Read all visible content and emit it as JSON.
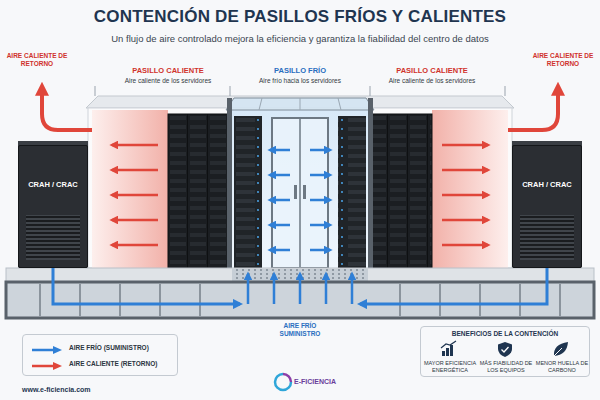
{
  "diagram": {
    "title": "CONTENCIÓN DE PASILLOS FRÍOS Y CALIENTES",
    "nodes": [
      {
        "text": [
          "CRAH / CRAC"
        ]
      },
      {
        "text": [
          "CRAH / CRAC"
        ]
      },
      {
        "text": [
          "BENEFICIOS DE LA CONTENCIÓN",
          "MAYOR EFICIENCIA ENERGÉTICA",
          "MÁS FIABILIDAD DE LOS EQUIPOS",
          "MENOR HUELLA DE CARBONO"
        ]
      }
    ],
    "labels": [
      "Un flujo de aire controlado mejora la eficiencia y garantiza la fiabilidad del centro de datos",
      "AIRE CALIENTE DE RETORNO",
      "AIRE CALIENTE DE RETORNO",
      "PASILLO CALIENTE",
      "Aire caliente de los servidores",
      "PASILLO FRÍO",
      "Aire frío hacia los servidores",
      "PASILLO CALIENTE",
      "Aire caliente de los servidores",
      "AIRE FRÍO SUMINISTRO",
      "www.e-ficiencia.com",
      "E-FICIENCIA"
    ],
    "legend": [
      {
        "text": "AIRE FRÍO (SUMINISTRO)"
      },
      {
        "text": "AIRE CALIENTE (RETORNO)"
      }
    ]
  }
}
